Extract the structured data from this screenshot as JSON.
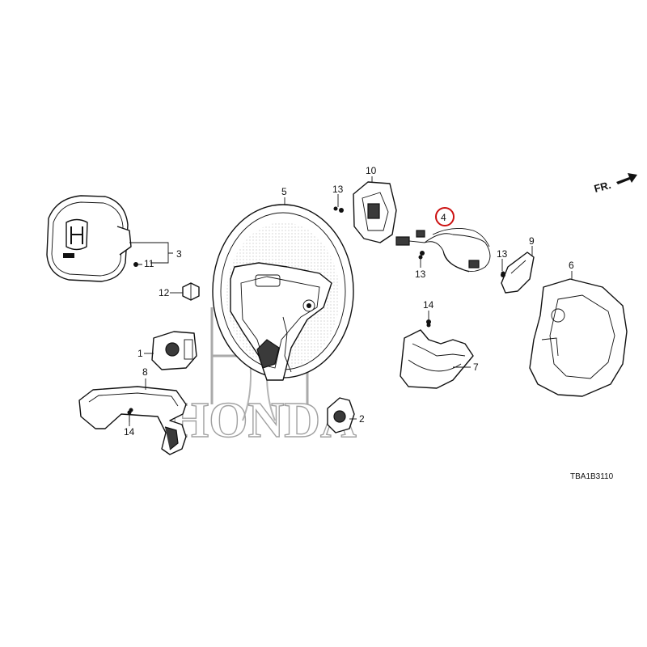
{
  "diagram": {
    "direction_label": "FR.",
    "diagram_code": "TBA1B3110",
    "watermark_text": "HONDA",
    "highlighted_callout": "4",
    "highlight_color": "#cc1111",
    "callouts": {
      "c1": "1",
      "c2": "2",
      "c3": "3",
      "c4": "4",
      "c5": "5",
      "c6": "6",
      "c7": "7",
      "c8": "8",
      "c9": "9",
      "c10": "10",
      "c11": "11",
      "c12": "12",
      "c13a": "13",
      "c13b": "13",
      "c13c": "13",
      "c14a": "14",
      "c14b": "14"
    }
  }
}
